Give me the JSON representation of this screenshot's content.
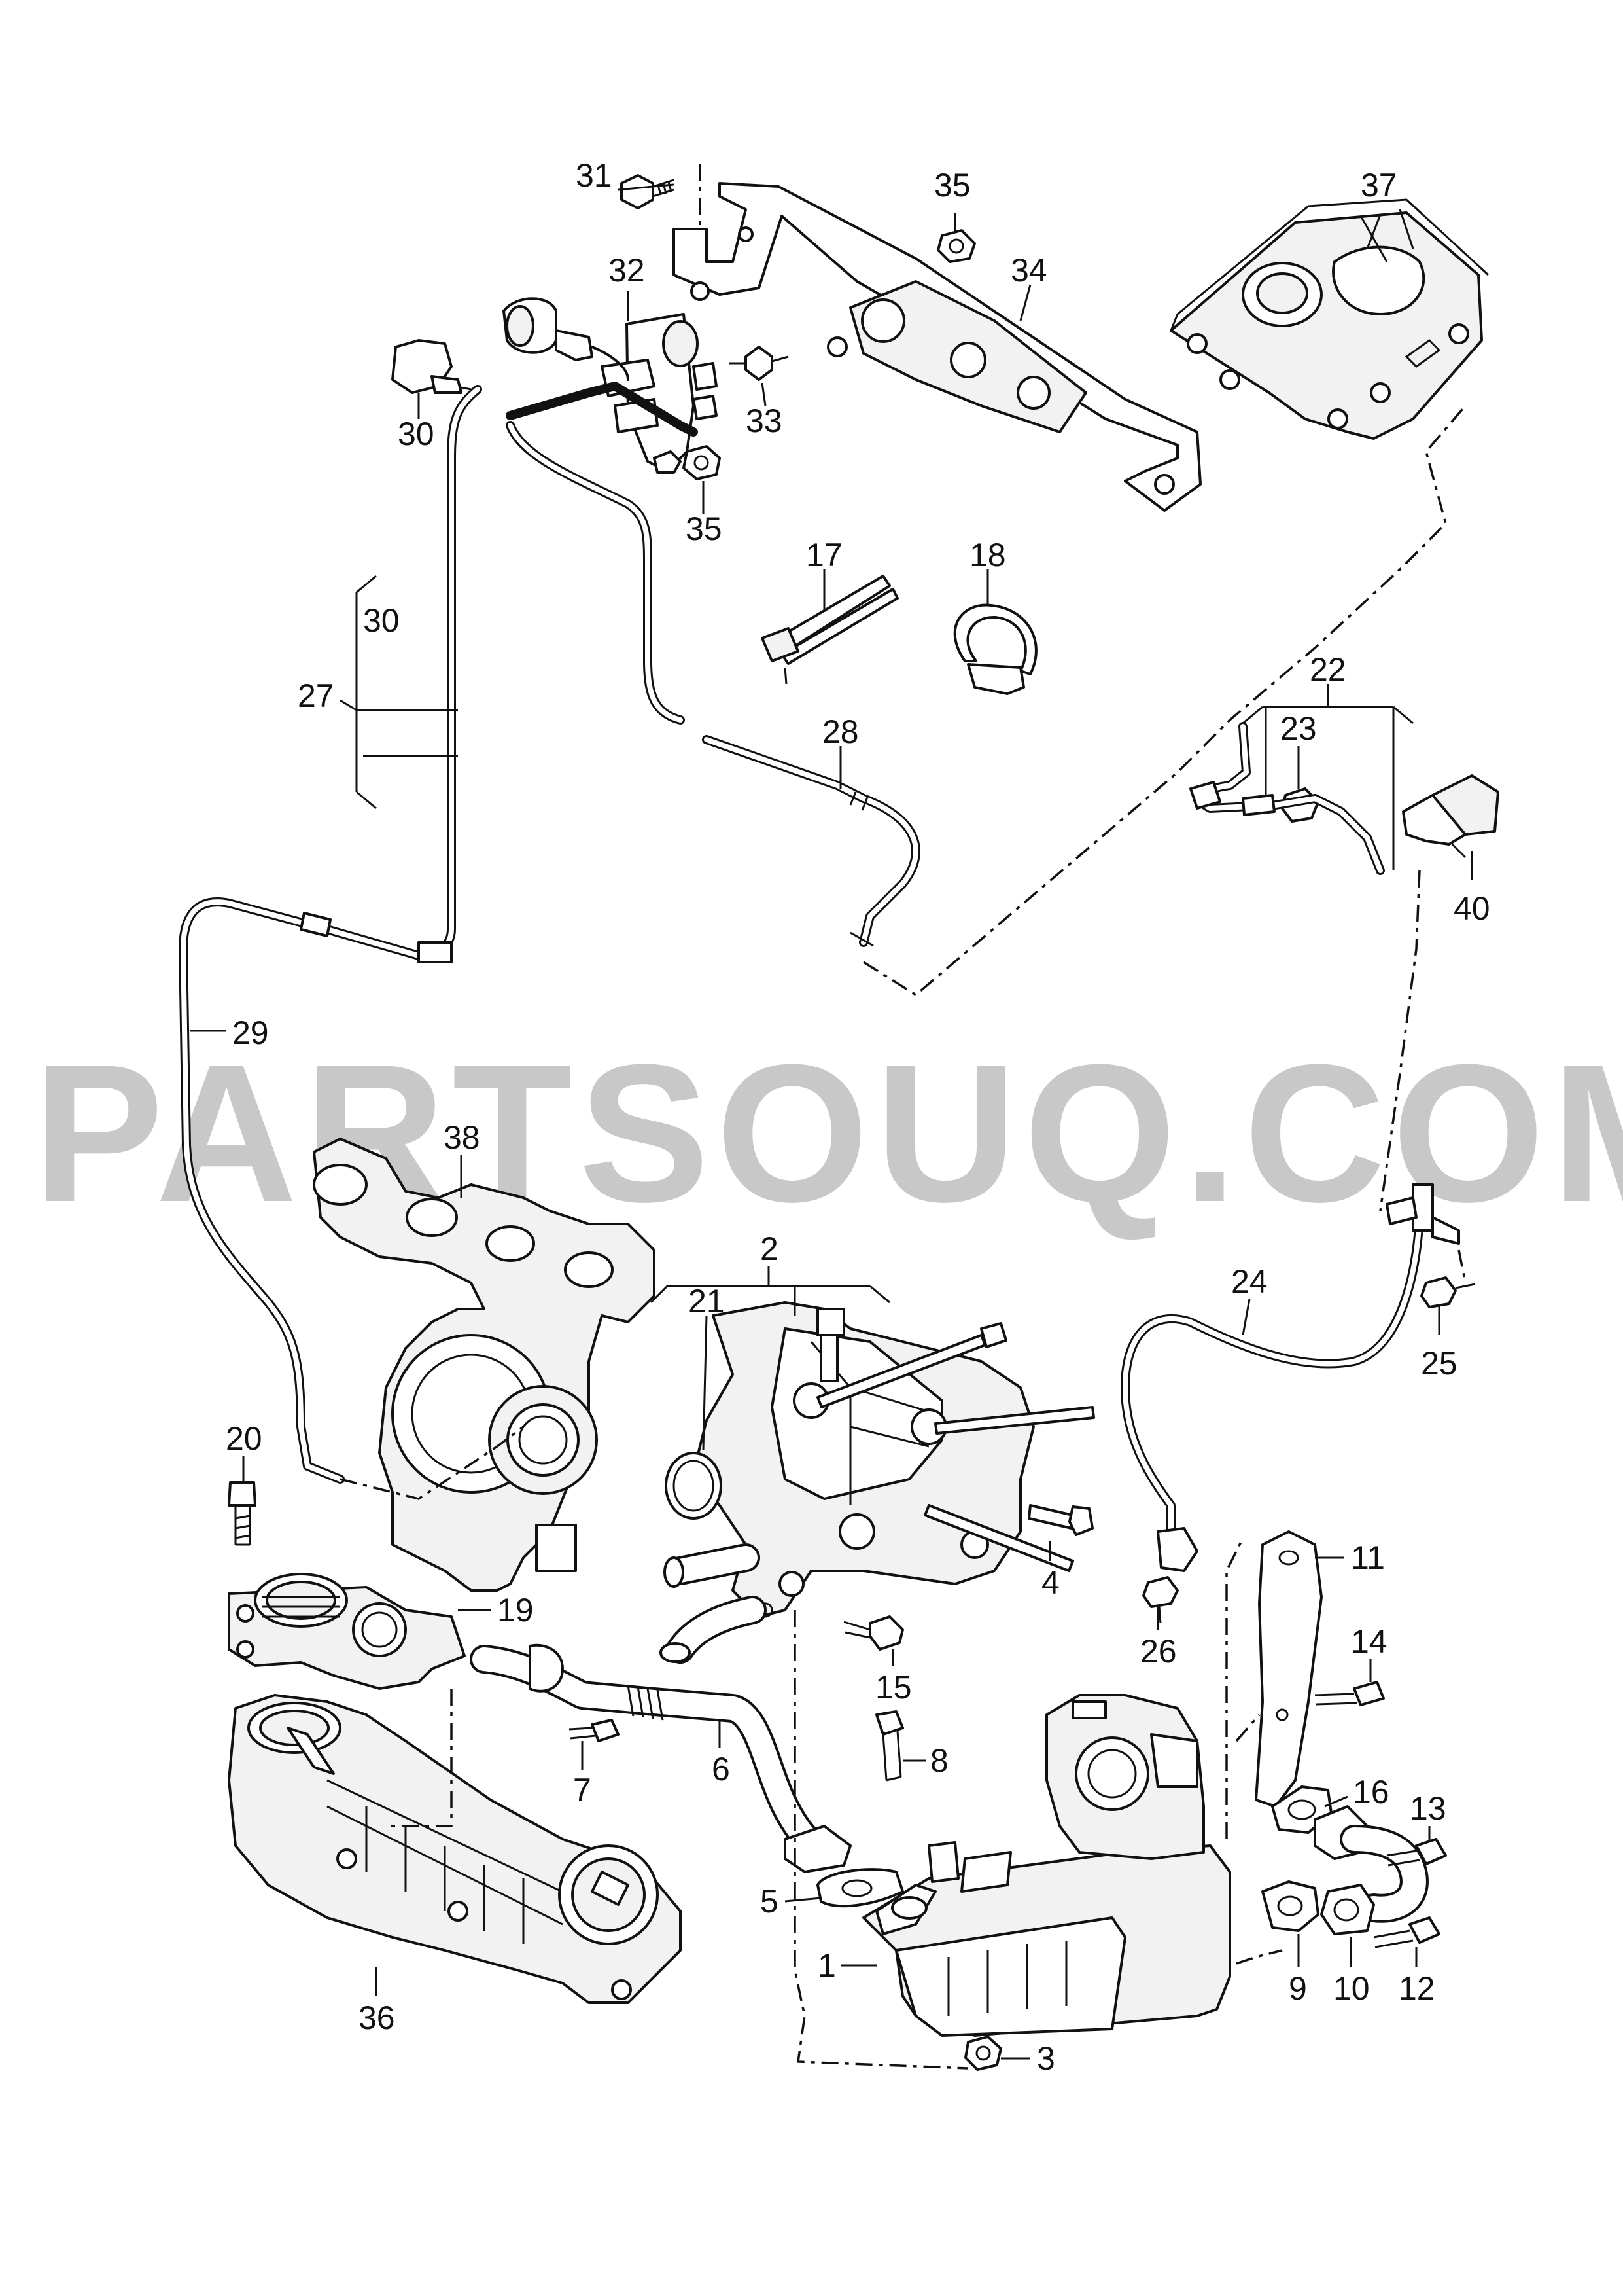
{
  "watermark": "PARTSOUQ.COM",
  "callouts": {
    "c1": "1",
    "c2": "2",
    "c3": "3",
    "c4": "4",
    "c5": "5",
    "c6": "6",
    "c7": "7",
    "c8": "8",
    "c9": "9",
    "c10": "10",
    "c11": "11",
    "c12": "12",
    "c13": "13",
    "c14": "14",
    "c15": "15",
    "c16": "16",
    "c17": "17",
    "c18": "18",
    "c19": "19",
    "c20": "20",
    "c21": "21",
    "c22": "22",
    "c23": "23",
    "c24": "24",
    "c25": "25",
    "c26": "26",
    "c27": "27",
    "c28": "28",
    "c29": "29",
    "c30a": "30",
    "c30b": "30",
    "c31": "31",
    "c32": "32",
    "c33": "33",
    "c34": "34",
    "c35a": "35",
    "c35b": "35",
    "c36": "36",
    "c37": "37",
    "c38": "38",
    "c40": "40"
  }
}
